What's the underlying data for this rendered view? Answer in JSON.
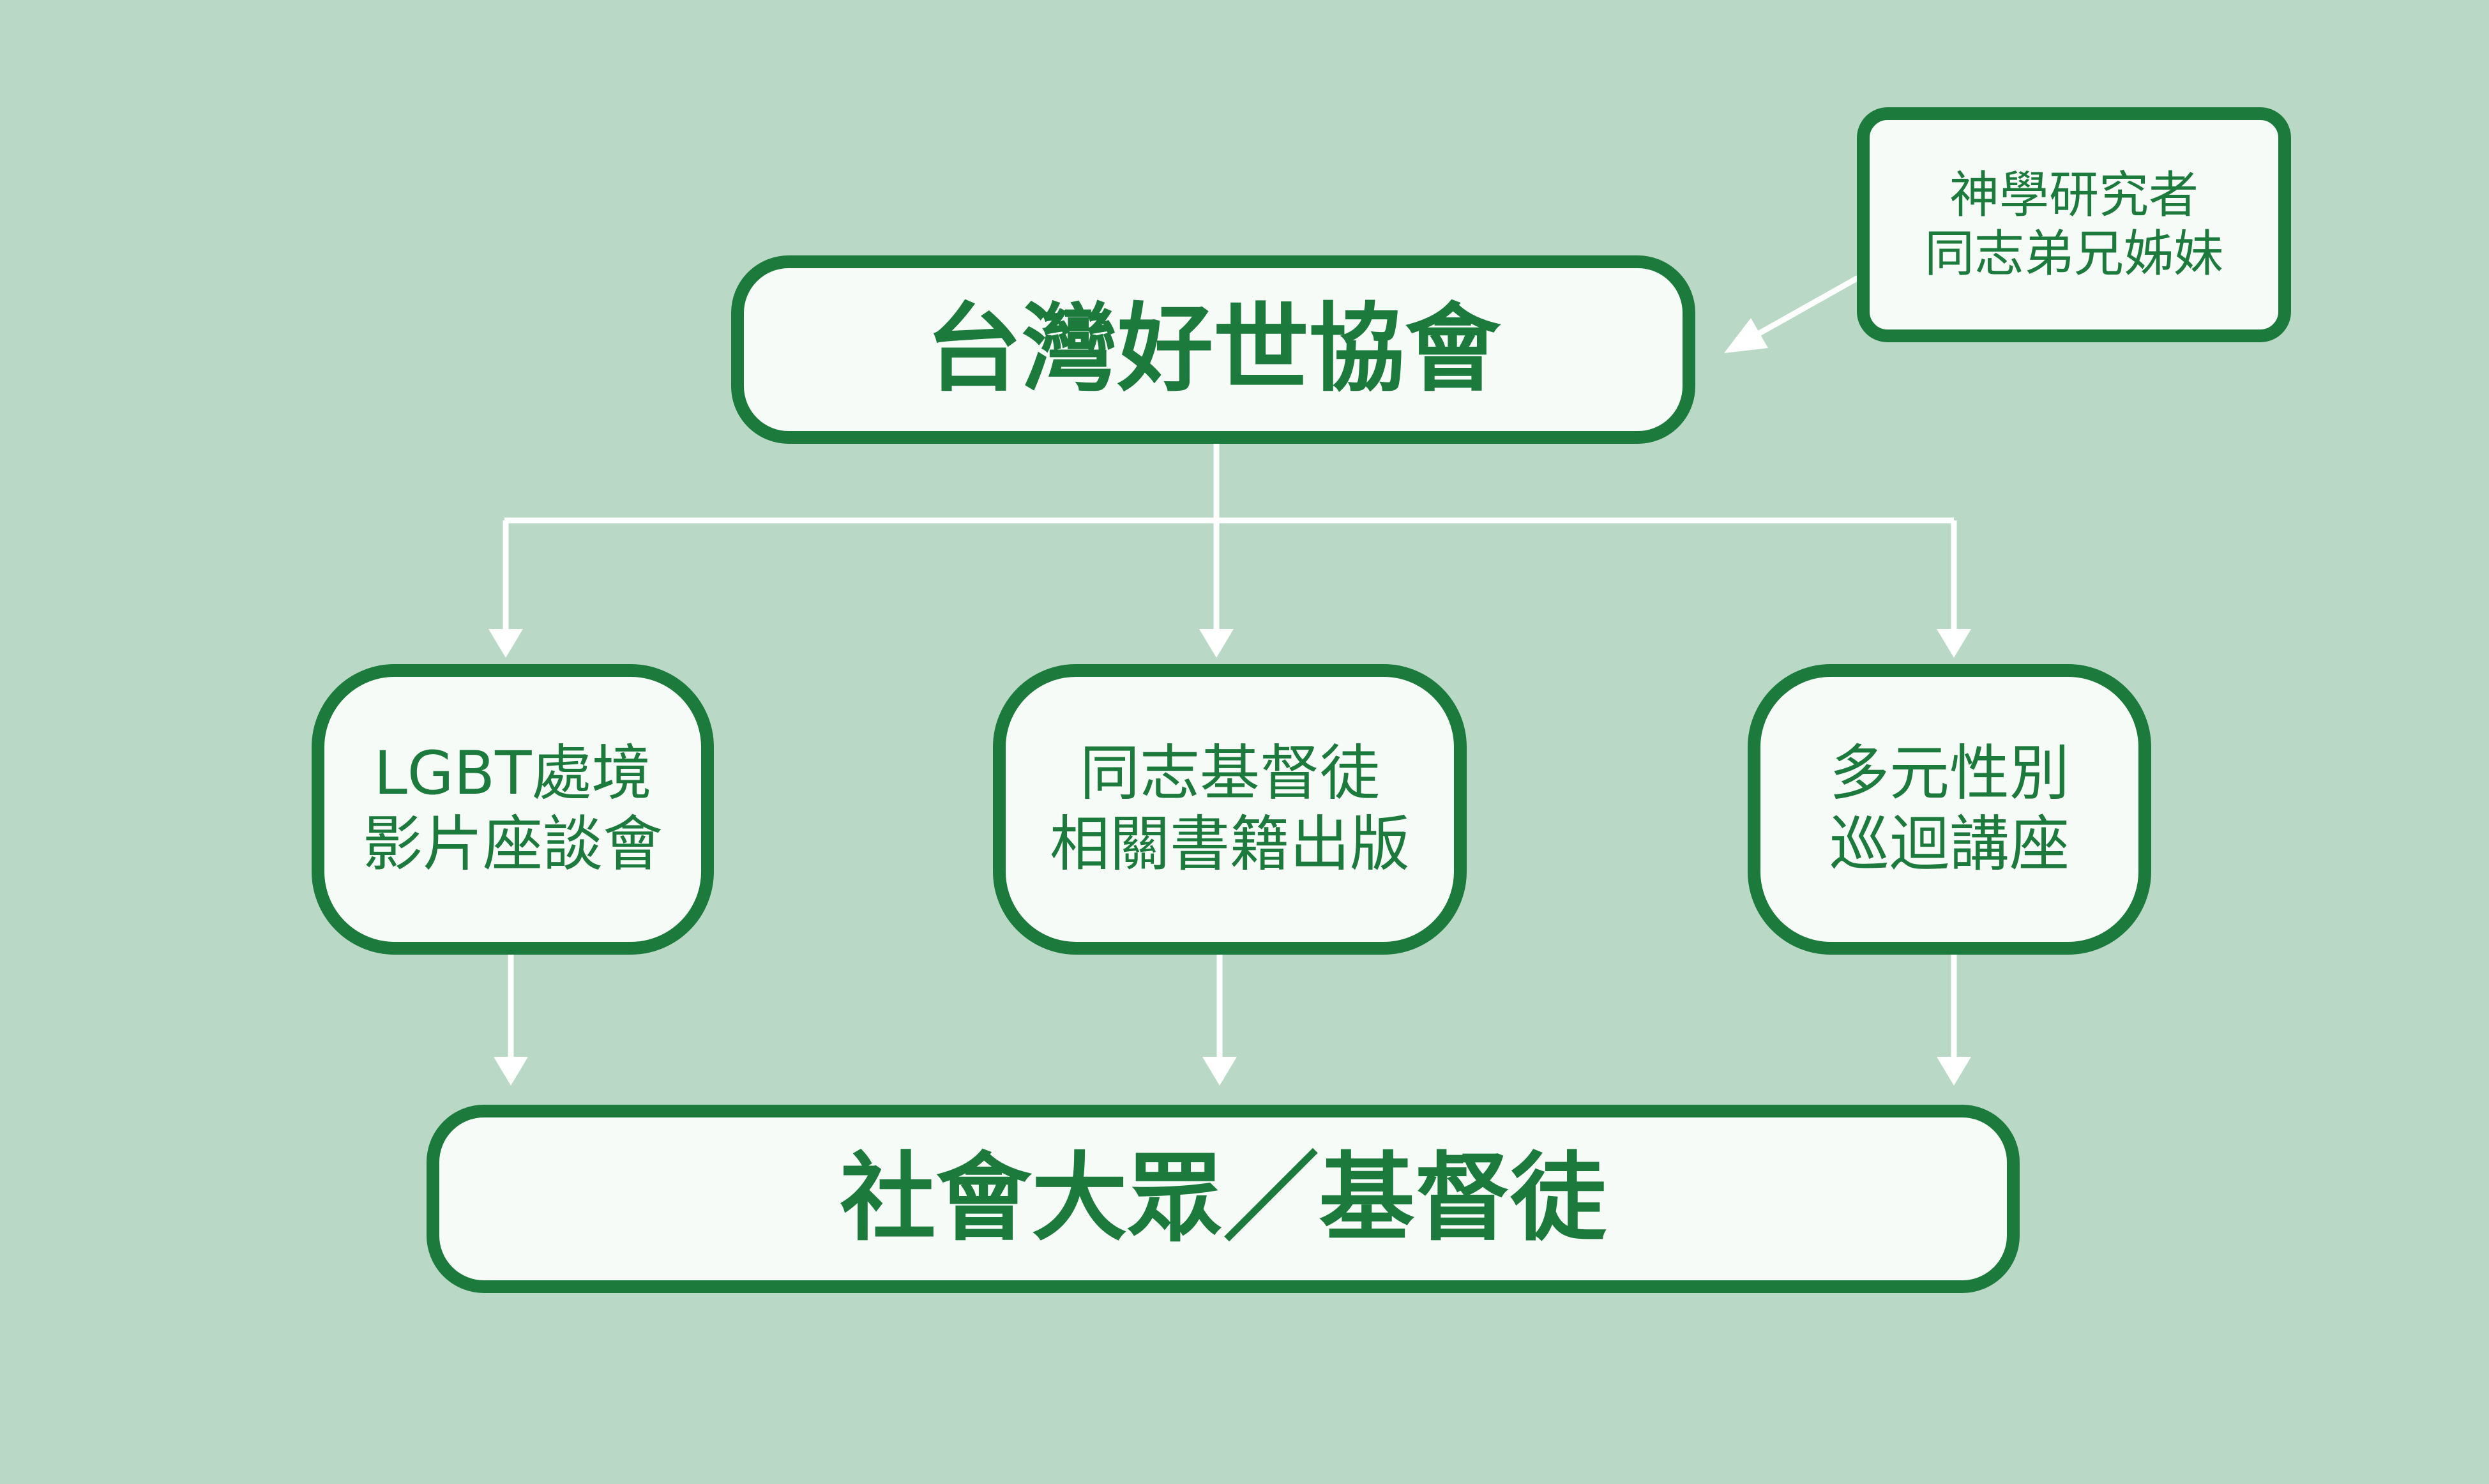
{
  "colors": {
    "background": "#b9d9c6",
    "box_fill": "#f6fbf8",
    "box_border": "#1c7a3c",
    "text": "#1c7a3c",
    "connector": "#ffffff"
  },
  "diagram": {
    "nodes": {
      "org": {
        "lines": [
          "台灣好世協會"
        ]
      },
      "source": {
        "lines": [
          "神學研究者",
          "同志弟兄姊妹"
        ]
      },
      "film": {
        "lines": [
          "LGBT處境",
          "影片座談會"
        ]
      },
      "books": {
        "lines": [
          "同志基督徒",
          "相關書籍出版"
        ]
      },
      "lectures": {
        "lines": [
          "多元性別",
          "巡迴講座"
        ]
      },
      "public": {
        "lines": [
          "社會大眾／基督徒"
        ]
      }
    }
  }
}
